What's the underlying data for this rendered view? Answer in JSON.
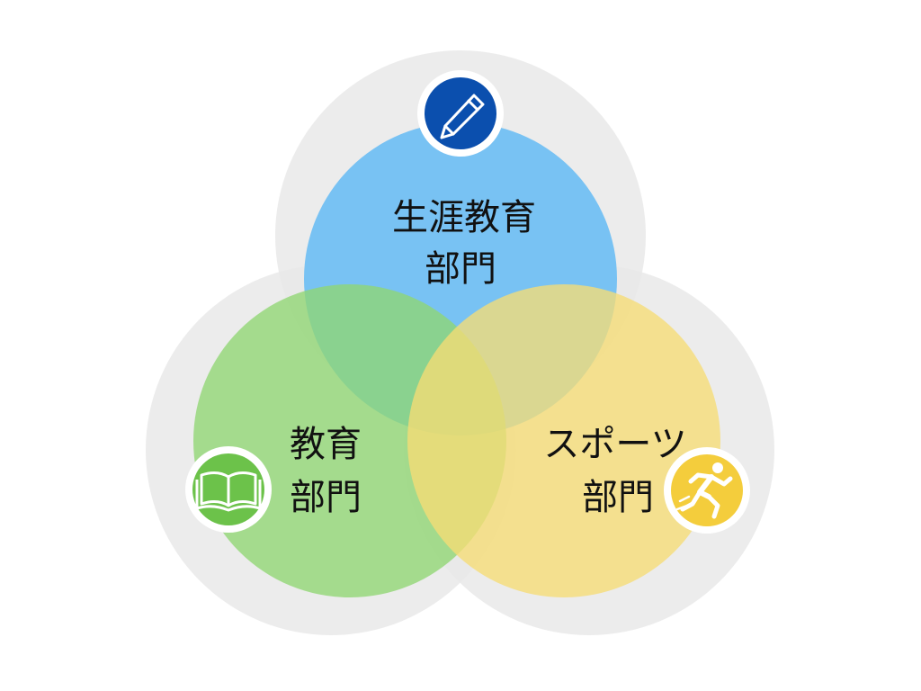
{
  "diagram": {
    "sections": [
      {
        "id": "lifelong",
        "name_line1": "生涯教育",
        "name_line2": "部門",
        "fill": "#5bb8f5",
        "icon": "pencil-icon",
        "icon_bg": "#0b4fae"
      },
      {
        "id": "education",
        "name_line1": "教育",
        "name_line2": "部門",
        "fill": "#8fd672",
        "icon": "open-book-icon",
        "icon_bg": "#6cc24a"
      },
      {
        "id": "sports",
        "name_line1": "スポーツ",
        "name_line2": "部門",
        "fill": "#f6dc74",
        "icon": "runner-icon",
        "icon_bg": "#f4cd3c"
      }
    ],
    "halo_color": "#e9e9e9"
  }
}
